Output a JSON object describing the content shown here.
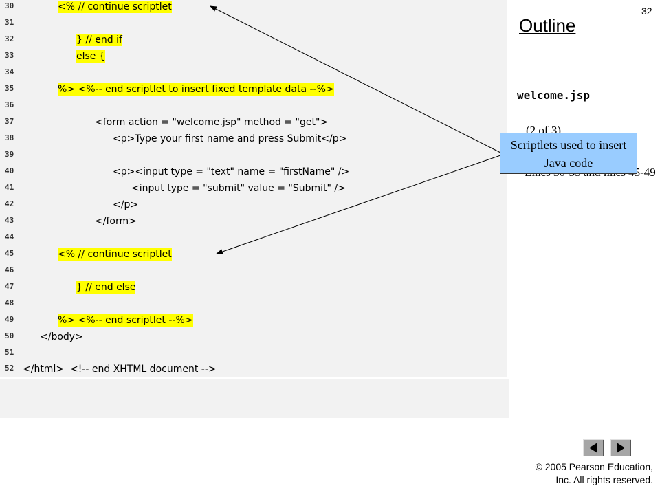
{
  "slide": {
    "number": "32"
  },
  "outline": {
    "title": "Outline",
    "file": "welcome.jsp",
    "part": "(2 of 3)",
    "lines_note": "Lines 30-35 and lines 45-49"
  },
  "callout": {
    "text": "Scriptlets used to insert Java code"
  },
  "code": {
    "lines": [
      {
        "n": "30",
        "text": "<% // continue scriptlet"
      },
      {
        "n": "31",
        "text": ""
      },
      {
        "n": "32",
        "text": "} // end if"
      },
      {
        "n": "33",
        "text": "else {"
      },
      {
        "n": "34",
        "text": ""
      },
      {
        "n": "35",
        "text": "%> <%-- end scriptlet to insert fixed template data --%>"
      },
      {
        "n": "36",
        "text": ""
      },
      {
        "n": "37",
        "text": "<form action = \"welcome.jsp\" method = \"get\">"
      },
      {
        "n": "38",
        "text": "<p>Type your first name and press Submit</p>"
      },
      {
        "n": "39",
        "text": ""
      },
      {
        "n": "40",
        "text": "<p><input type = \"text\" name = \"firstName\" />"
      },
      {
        "n": "41",
        "text": "<input type = \"submit\" value = \"Submit\" />"
      },
      {
        "n": "42",
        "text": "</p>"
      },
      {
        "n": "43",
        "text": "</form>"
      },
      {
        "n": "44",
        "text": ""
      },
      {
        "n": "45",
        "text": "<% // continue scriptlet"
      },
      {
        "n": "46",
        "text": ""
      },
      {
        "n": "47",
        "text": "} // end else"
      },
      {
        "n": "48",
        "text": ""
      },
      {
        "n": "49",
        "text": "%> <%-- end scriptlet --%>"
      },
      {
        "n": "50",
        "text": "</body>"
      },
      {
        "n": "51",
        "text": ""
      },
      {
        "n": "52",
        "text": "</html>  <!-- end XHTML document -->"
      }
    ]
  },
  "footer": {
    "copyright_line1": "© 2005 Pearson Education,",
    "copyright_line2": "Inc.  All rights reserved."
  },
  "nav": {
    "prev_icon": "triangle-left-icon",
    "next_icon": "triangle-right-icon"
  },
  "colors": {
    "highlight": "#ffff00",
    "callout": "#99ccff",
    "panel": "#f2f2f2",
    "button": "#a6a6a6"
  }
}
